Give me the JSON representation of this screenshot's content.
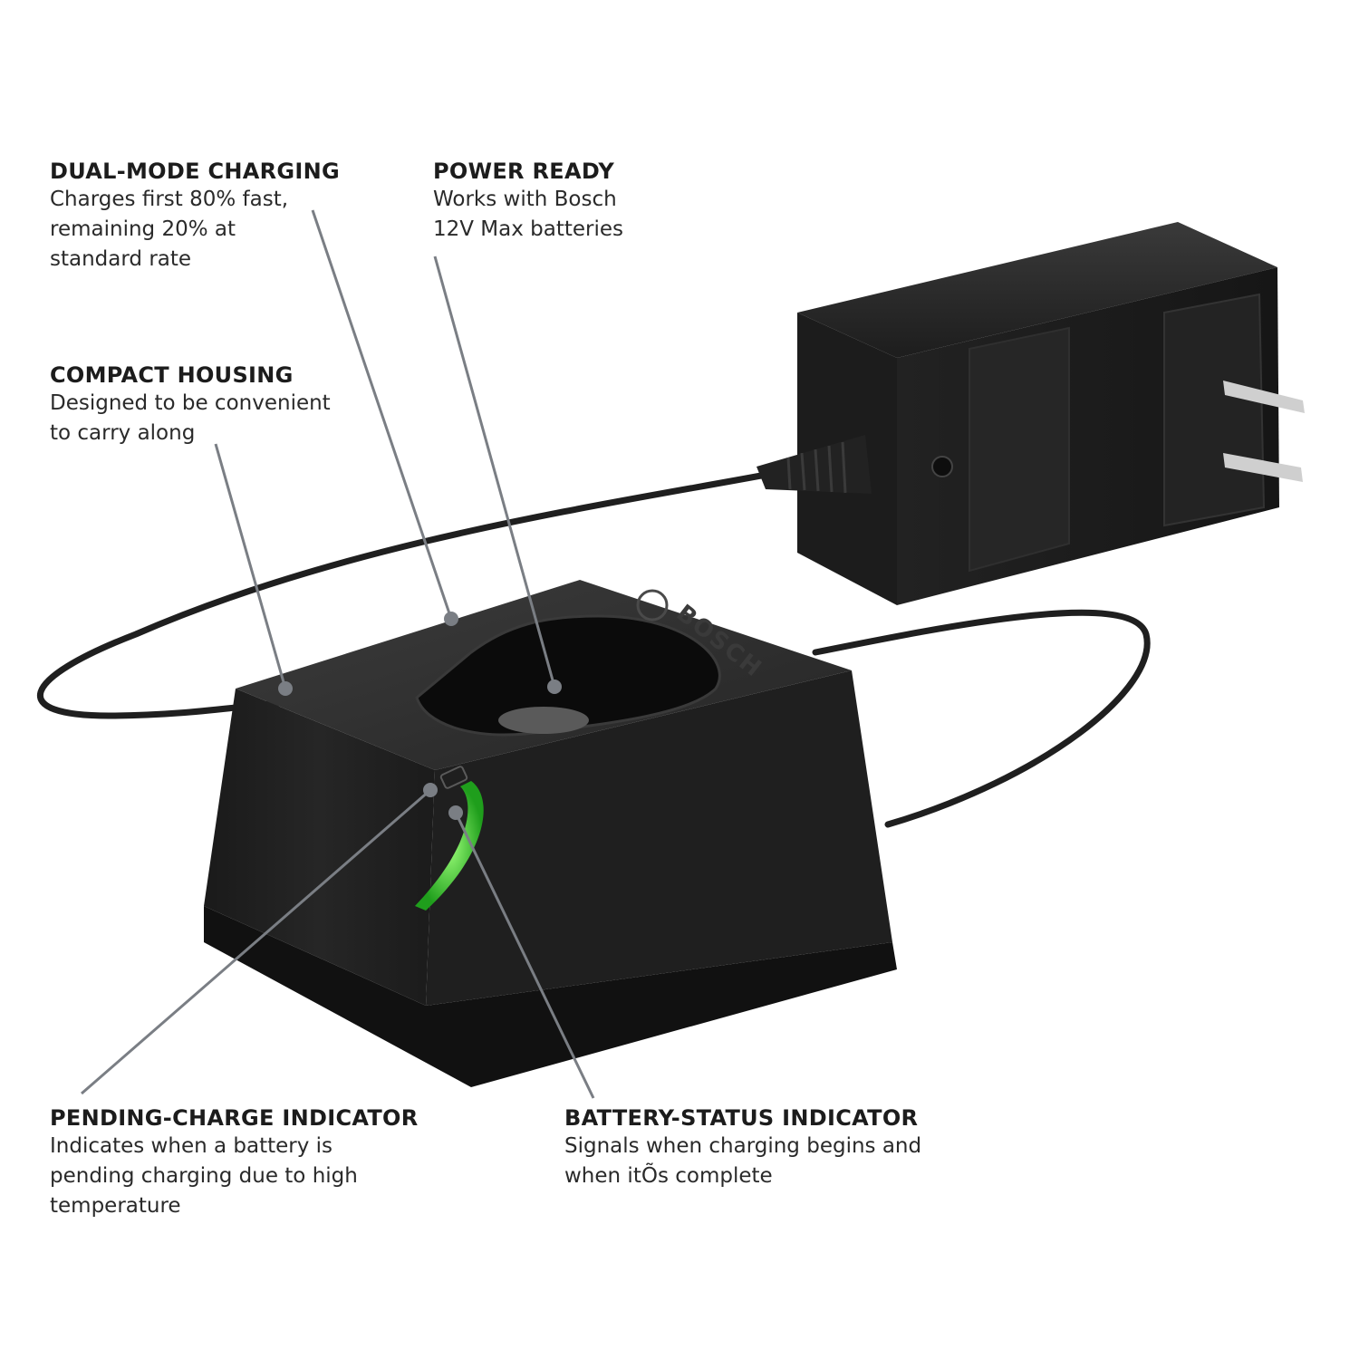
{
  "product": {
    "brand_mark": "BOSCH",
    "status_led_color": "#3ddc3a"
  },
  "callouts": [
    {
      "id": "dual-mode-charging",
      "title": "DUAL-MODE CHARGING",
      "lines": [
        "Charges first 80% fast,",
        "remaining 20% at",
        "standard rate"
      ]
    },
    {
      "id": "power-ready",
      "title": "POWER READY",
      "lines": [
        "Works with Bosch",
        "12V Max batteries"
      ]
    },
    {
      "id": "compact-housing",
      "title": "COMPACT HOUSING",
      "lines": [
        "Designed to be convenient",
        "to carry along"
      ]
    },
    {
      "id": "pending-charge-indicator",
      "title": "PENDING-CHARGE INDICATOR",
      "lines": [
        "Indicates when a battery is",
        "pending charging due to high",
        "temperature"
      ]
    },
    {
      "id": "battery-status-indicator",
      "title": "BATTERY-STATUS INDICATOR",
      "lines": [
        "Signals when charging begins and",
        "when itÕs complete"
      ]
    }
  ]
}
